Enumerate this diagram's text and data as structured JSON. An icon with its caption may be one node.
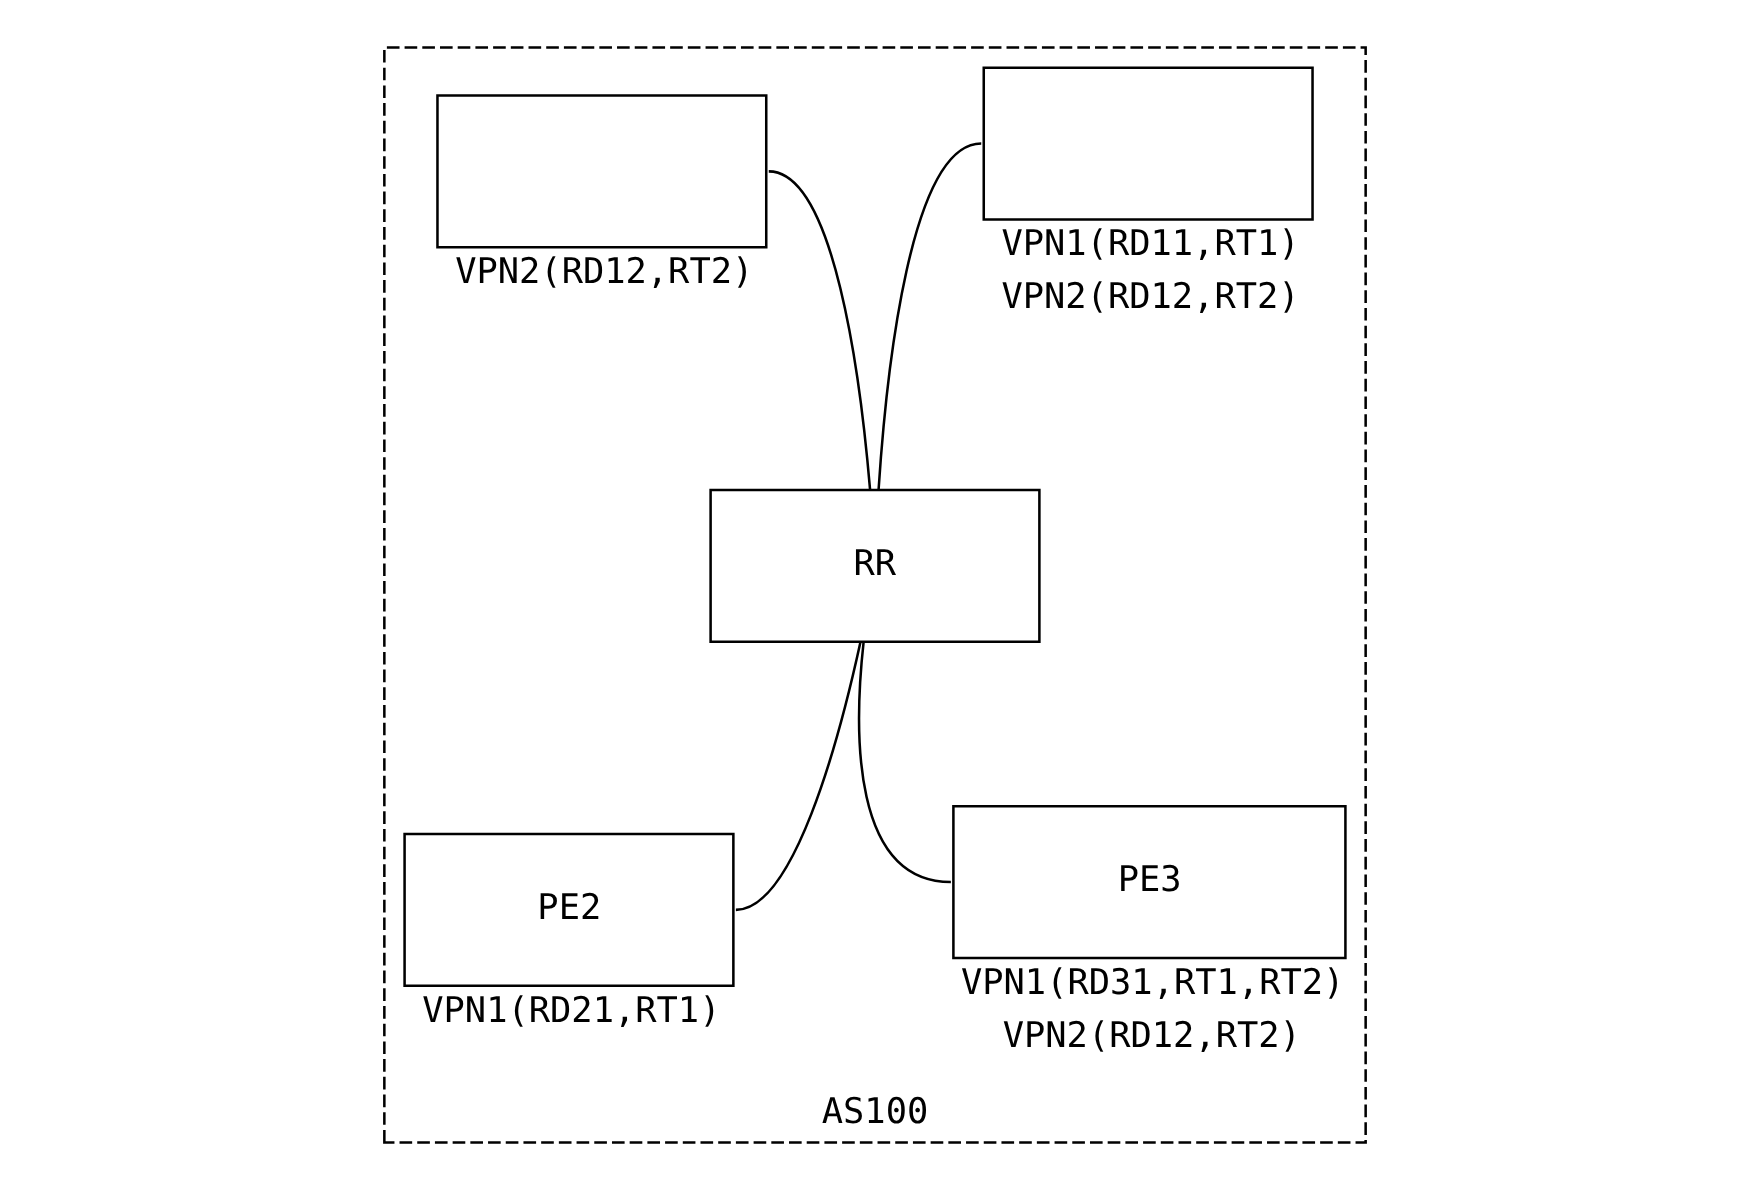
{
  "diagram": {
    "nodes": [
      {
        "text": [
          "AS100"
        ]
      },
      {
        "text": [],
        "shape": "box",
        "in": 0,
        "beside": [
          "VPN1(RD11,RT1)",
          "VPN2(RD12,RT2)"
        ]
      },
      {
        "text": [],
        "shape": "box",
        "in": 0,
        "beside": [
          "VPN2(RD12,RT2)"
        ]
      },
      {
        "text": [
          "RR"
        ],
        "in": 0
      },
      {
        "text": [
          "PE2"
        ],
        "in": 0,
        "beside": [
          "VPN1(RD21,RT1)"
        ]
      },
      {
        "text": [
          "PE3"
        ],
        "in": 0,
        "beside": [
          "VPN1(RD31,RT1,RT2)",
          "VPN2(RD12,RT2)"
        ]
      }
    ],
    "edges": [
      {
        "from": 1,
        "to": 3,
        "arrow": "none"
      },
      {
        "from": 2,
        "to": 3,
        "arrow": "none"
      },
      {
        "from": 3,
        "to": 4,
        "arrow": "none"
      },
      {
        "from": 3,
        "to": 5,
        "arrow": "none"
      }
    ]
  }
}
